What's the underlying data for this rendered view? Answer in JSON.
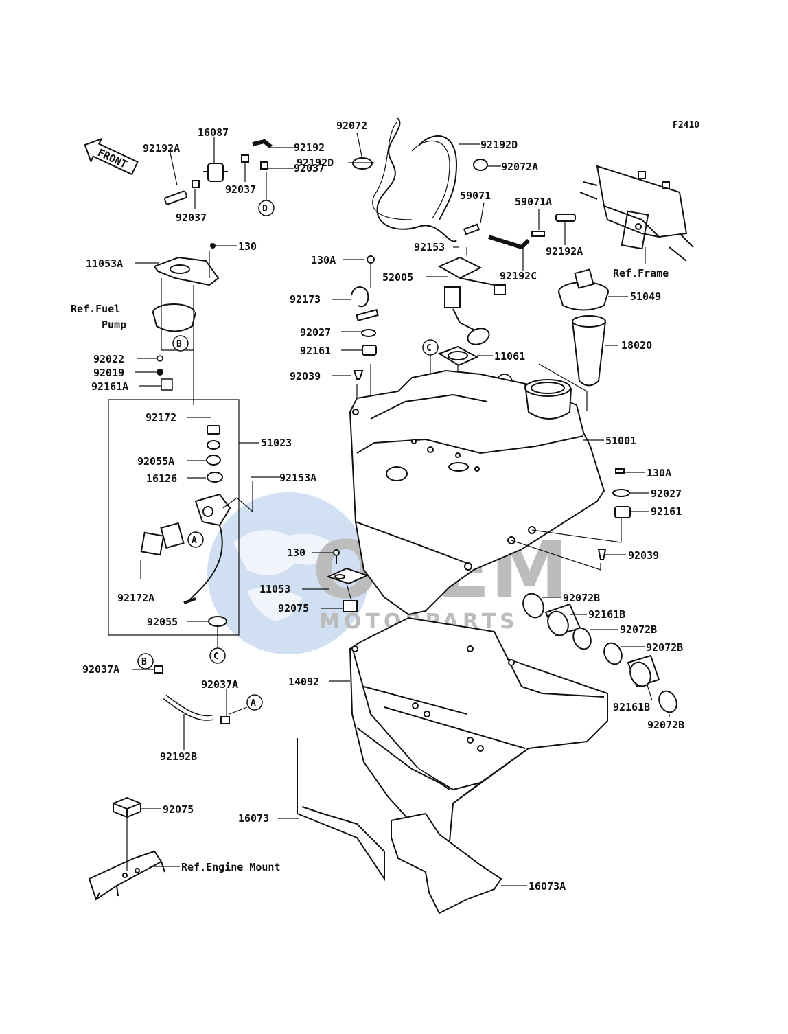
{
  "diagram": {
    "code": "F2410",
    "front_label": "FRONT",
    "watermark": {
      "brand": "OSEM",
      "sub": "MOTORPARTS"
    },
    "circle_refs": [
      "A",
      "B",
      "C",
      "D"
    ],
    "ref_labels": {
      "frame": "Ref.Frame",
      "fuel_pump_1": "Ref.Fuel",
      "fuel_pump_2": "Pump",
      "engine_mount": "Ref.Engine Mount"
    },
    "parts": {
      "p16087": "16087",
      "p92192": "92192",
      "p92192A_l": "92192A",
      "p92037_a": "92037",
      "p92037_b": "92037",
      "p92037_c": "92037",
      "p92072": "92072",
      "p92192D_a": "92192D",
      "p92192D_b": "92192D",
      "p92072A": "92072A",
      "p59071": "59071",
      "p59071A": "59071A",
      "p92192A_r": "92192A",
      "p92153": "92153",
      "p92192C": "92192C",
      "p130_a": "130",
      "p11053A": "11053A",
      "p130A_a": "130A",
      "p52005": "52005",
      "p92173": "92173",
      "p51049": "51049",
      "p92027_a": "92027",
      "p92161_a": "92161",
      "p18020": "18020",
      "p11061": "11061",
      "p92022": "92022",
      "p92019": "92019",
      "p92161A": "92161A",
      "p92039_a": "92039",
      "p92172": "92172",
      "p51023": "51023",
      "p51001": "51001",
      "p92055A": "92055A",
      "p16126": "16126",
      "p92153A": "92153A",
      "p130A_b": "130A",
      "p92027_b": "92027",
      "p92161_b": "92161",
      "p130_b": "130",
      "p92039_b": "92039",
      "p92172A": "92172A",
      "p11053": "11053",
      "p92072B_a": "92072B",
      "p92075_a": "92075",
      "p92161B_a": "92161B",
      "p92055": "92055",
      "p92072B_b": "92072B",
      "p92072B_c": "92072B",
      "p92037A_a": "92037A",
      "p92037A_b": "92037A",
      "p14092": "14092",
      "p92161B_b": "92161B",
      "p92072B_d": "92072B",
      "p92192B": "92192B",
      "p92075_b": "92075",
      "p16073": "16073",
      "p16073A": "16073A"
    }
  }
}
